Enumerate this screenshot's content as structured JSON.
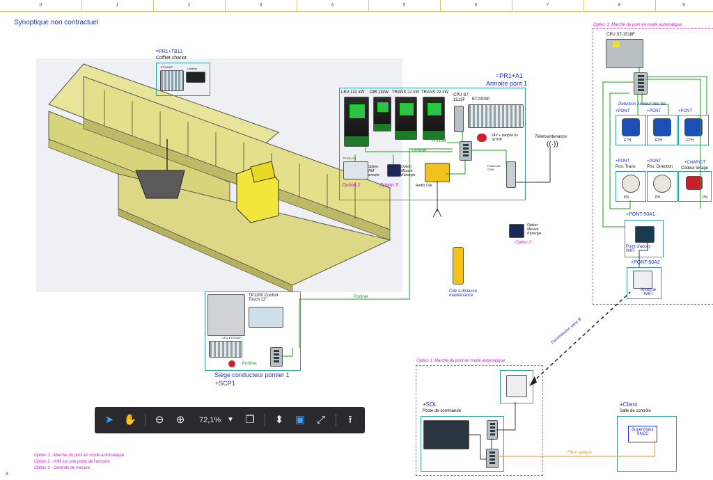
{
  "ruler": [
    "0",
    "1",
    "2",
    "3",
    "4",
    "5",
    "6",
    "7",
    "8",
    "9"
  ],
  "title": "Synoptique non contractuel",
  "coffret": {
    "ref": "=PR1+TB11",
    "name": "Coffret chariot",
    "dev1": "ET200SP",
    "dev2": "Limiteur"
  },
  "armoire": {
    "ref": "=PR1+A1",
    "name": "Armoire pont 1"
  },
  "drives": [
    "LEV 132 kW",
    "DIR 11kW",
    "TRANS 22 kW",
    "TRANS 22 kW"
  ],
  "cpu1513": "CPU S7-1513F",
  "et200sp": "ET200SP",
  "profinet": "Profinet",
  "alim": "24V + tampon 5s SITOP",
  "passerelle": "Passerelle GSM",
  "telemaintenance": "Télémaintenance",
  "tp700": "TP700 (7\")",
  "opt_ihm": "Option: IHM armoire",
  "opt_mesure": "Option: Mesure d'énergie",
  "option2": "Option 2",
  "option3": "Option 3",
  "radio": "Radio Cde",
  "opt_mesure2": "Option: Mesure d'énergie",
  "option3b": "Option 3",
  "cde_distance": "Cde à distance maintenance",
  "siege": {
    "tp1200": "TP1200 Confort Touch 12\"",
    "cpu": "CPU-ET200SP",
    "profinet": "Profinet",
    "name": "Siège conducteur pontier 1",
    "ref": "+SCP1"
  },
  "profinet_main": "Profinet",
  "opt1_header": "Option 1:   Marche du pont en mode automatique",
  "cpu1518": "CPU S7-1518F",
  "detection": "Détection hauteur des tas",
  "pont": "+PONT",
  "eth": "ETH",
  "pn": "PN",
  "pos_trans": "Pos. Trans",
  "pos_dir": "Pos. Direction",
  "chariot": "+CHARIOT",
  "codeur": "Codeur levage",
  "pont50a1": "+PONT-50A1",
  "point_acces": "Point d'accès WIFI",
  "pont50a2": "+PONT-50A2",
  "antenne": "Antenne WIFI",
  "transmission": "Transmission sans fil",
  "opt1_sol": "Option 1: Marche du pont en mode automatique",
  "sol": {
    "ref": "+SOL",
    "name": "Poste de commande"
  },
  "client": {
    "ref": "+Client",
    "name": "Salle de contrôle",
    "superviseur": "Superviseur SNCC"
  },
  "fibre": "Fibre optique",
  "legend": [
    "Option 1 :   Marche du pont en mode automatique",
    "Option 2 :   IHM sur une porte de l'armoire",
    "Option 3 :   Centrale de mesure"
  ],
  "toolbar": {
    "zoom": "72,1%"
  },
  "corner": "A"
}
